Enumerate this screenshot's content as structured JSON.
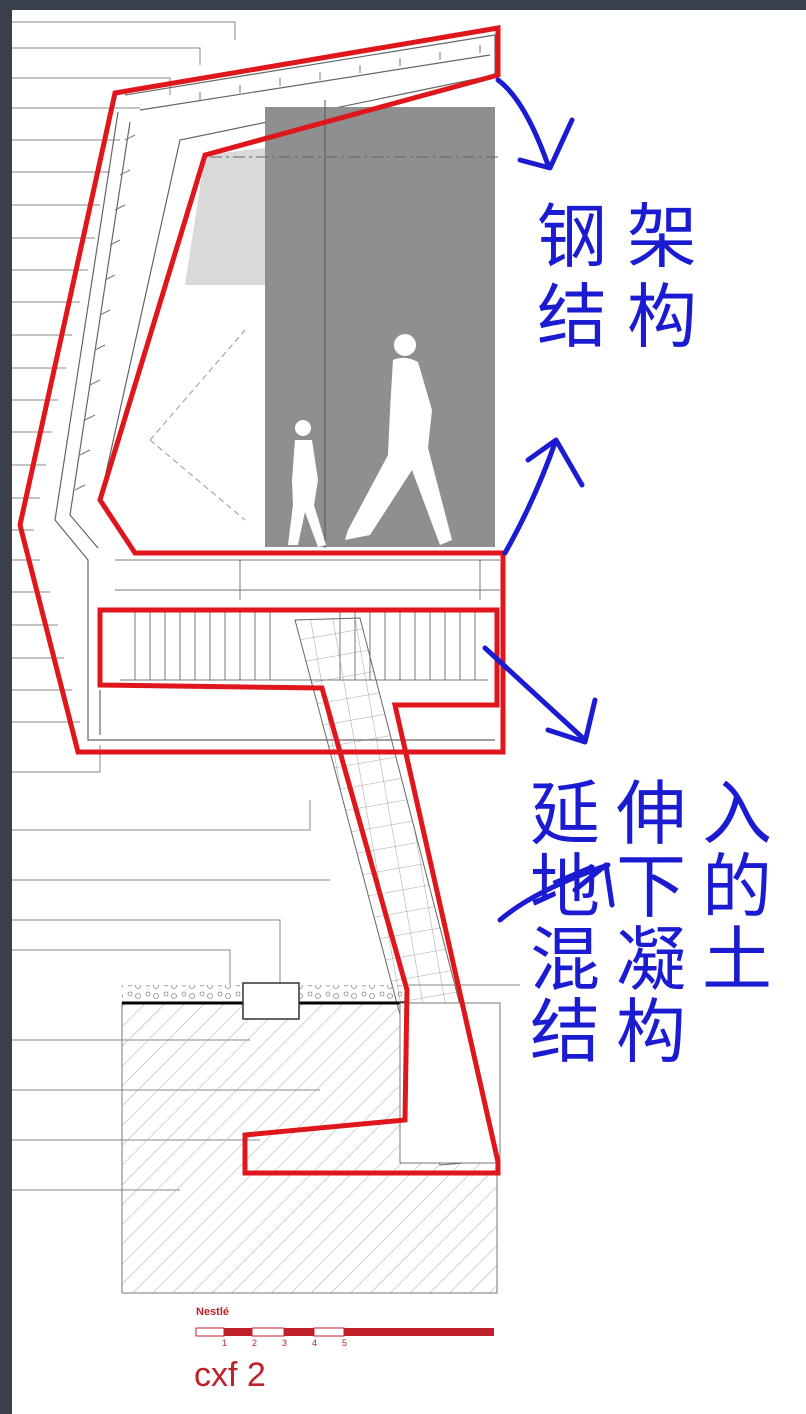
{
  "annotations": {
    "steel_structure": "钢架结构",
    "concrete_structure": "延伸入地下的混凝土结构"
  },
  "title_block": {
    "brand": "Nestlé",
    "scale_ticks": [
      "1",
      "2",
      "3",
      "4",
      "5"
    ],
    "drawing_code": "cxf 2"
  },
  "colors": {
    "outline_red": "#e0161d",
    "arrow_blue": "#1b1bd2",
    "interior_gray": "#8f8f8f",
    "soil_hatch": "#a8a8a8",
    "frame": "#39404c"
  }
}
